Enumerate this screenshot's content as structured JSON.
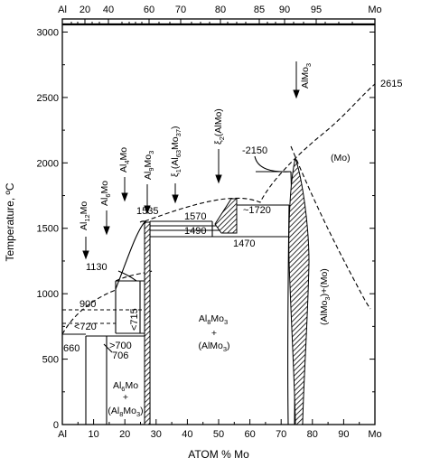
{
  "axes": {
    "x_title": "ATOM % Mo",
    "y_title": "Temperature, ºC",
    "x_range": [
      0,
      100
    ],
    "y_range": [
      0,
      3100
    ],
    "bottom_ticks": [
      "Al",
      "10",
      "20",
      "30",
      "40",
      "50",
      "60",
      "70",
      "80",
      "90",
      "Mo"
    ],
    "left_ticks": [
      "0",
      "500",
      "1000",
      "1500",
      "2000",
      "2500",
      "3000"
    ],
    "top_ticks": [
      "Al",
      "20",
      "40",
      "60",
      "70",
      "80",
      "85",
      "90",
      "95",
      "Mo"
    ]
  },
  "temperature_labels": {
    "t2615": "2615",
    "t2150": "-2150",
    "t1720": "~1720",
    "t1570": "1570",
    "t1535": "1535",
    "t1490": "1490",
    "t1470": "1470",
    "t1130": "1130",
    "t900": "900",
    "t720": "<720",
    "t715": "<715",
    "t700": ">700",
    "t706": "706",
    "t660": "660"
  },
  "phases": {
    "almo3_top": {
      "base": "AlMo",
      "sub": "3"
    },
    "mo": "(Mo)",
    "al12mo": {
      "base": "Al",
      "sub": "12",
      "tail": "Mo"
    },
    "al6mo": {
      "base": "Al",
      "sub": "6",
      "tail": "Mo"
    },
    "al4mo": {
      "base": "Al",
      "sub": "4",
      "tail": "Mo"
    },
    "al9mo3": {
      "base": "Al",
      "sub": "9",
      "tail": "Mo",
      "sub2": "3"
    },
    "xi1": {
      "base": "ξ",
      "sub": "1",
      "open": "(Al",
      "sub_a": "63",
      "mid": "Mo",
      "sub_b": "37",
      "close": ")"
    },
    "xi2": {
      "base": "ξ",
      "sub": "2",
      "tail": "(AlMo)"
    },
    "two_phase_center": {
      "line1_base": "Al",
      "line1_sub": "8",
      "line1_mid": "Mo",
      "line1_sub2": "3",
      "line2": "+",
      "line3": "(AlMo",
      "line3_sub": "3",
      "line3_close": ")"
    },
    "two_phase_left": {
      "line1_base": "Al",
      "line1_sub": "6",
      "line1_tail": "Mo",
      "line2": "+",
      "line3": "(Al",
      "line3_sub": "8",
      "line3_mid": "Mo",
      "line3_sub2": "3",
      "line3_close": ")"
    },
    "two_phase_right": {
      "text": "(AlMo",
      "sub": "3",
      "tail": ")+(Mo)"
    }
  }
}
